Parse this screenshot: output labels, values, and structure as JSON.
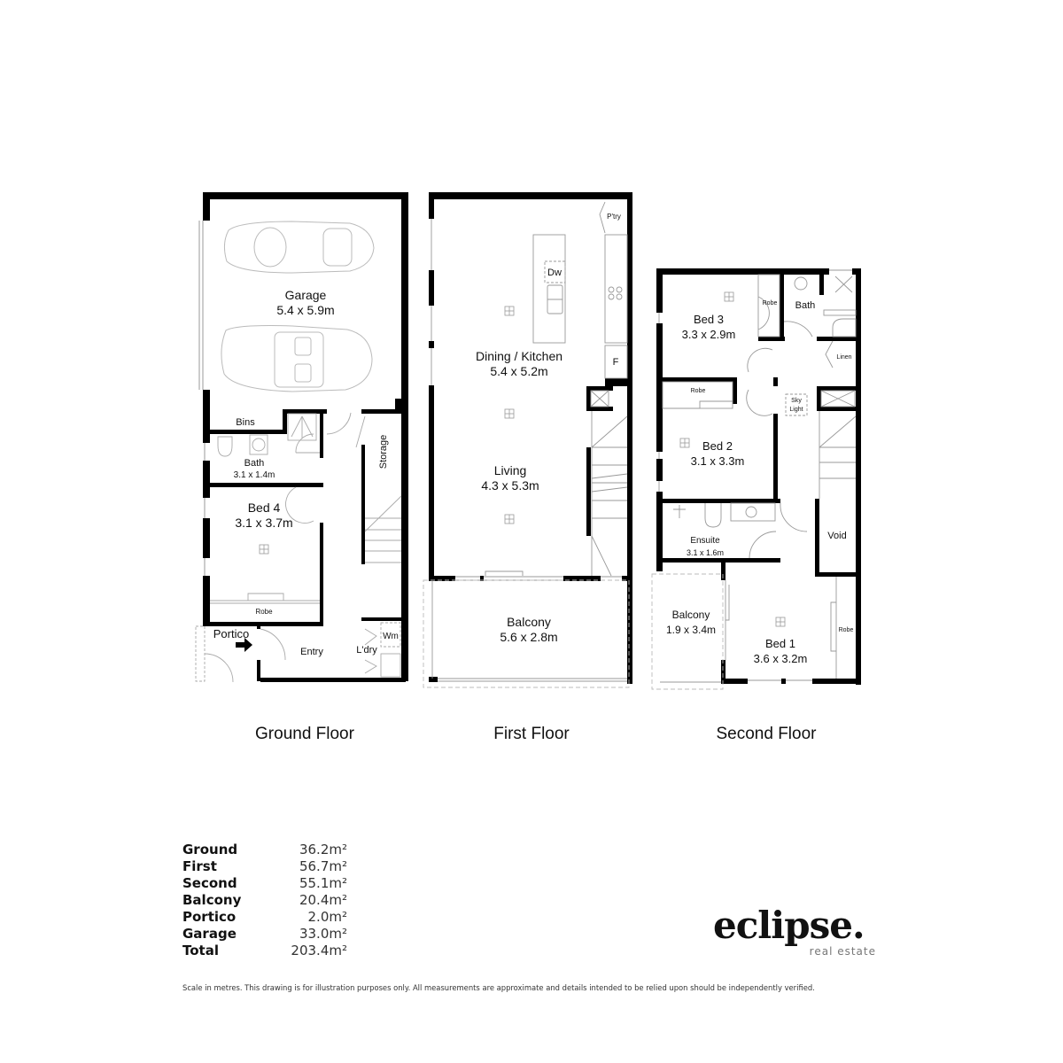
{
  "floors": {
    "ground": {
      "title": "Ground Floor",
      "rooms": {
        "garage": {
          "name": "Garage",
          "dims": "5.4 x 5.9m"
        },
        "bins": {
          "name": "Bins"
        },
        "bath": {
          "name": "Bath",
          "dims": "3.1 x 1.4m"
        },
        "bed4": {
          "name": "Bed 4",
          "dims": "3.1 x 3.7m"
        },
        "robe": {
          "name": "Robe"
        },
        "storage": {
          "name": "Storage"
        },
        "portico": {
          "name": "Portico"
        },
        "entry": {
          "name": "Entry"
        },
        "laundry": {
          "name": "L'dry"
        },
        "wm": {
          "name": "Wm"
        }
      }
    },
    "first": {
      "title": "First Floor",
      "rooms": {
        "pantry": {
          "name": "P'try"
        },
        "dw": {
          "name": "Dw"
        },
        "fridge": {
          "name": "F"
        },
        "dining_kitchen": {
          "name": "Dining / Kitchen",
          "dims": "5.4 x 5.2m"
        },
        "living": {
          "name": "Living",
          "dims": "4.3 x 5.3m"
        },
        "balcony": {
          "name": "Balcony",
          "dims": "5.6 x 2.8m"
        }
      }
    },
    "second": {
      "title": "Second Floor",
      "rooms": {
        "bed3": {
          "name": "Bed 3",
          "dims": "3.3 x 2.9m"
        },
        "robe3": {
          "name": "Robe"
        },
        "bath": {
          "name": "Bath"
        },
        "linen": {
          "name": "Linen"
        },
        "skylight1": {
          "name": "Sky"
        },
        "skylight2": {
          "name": "Light"
        },
        "robe2": {
          "name": "Robe"
        },
        "bed2": {
          "name": "Bed 2",
          "dims": "3.1 x 3.3m"
        },
        "ensuite": {
          "name": "Ensuite",
          "dims": "3.1 x 1.6m"
        },
        "void": {
          "name": "Void"
        },
        "balcony": {
          "name": "Balcony",
          "dims": "1.9 x 3.4m"
        },
        "bed1": {
          "name": "Bed 1",
          "dims": "3.6 x 3.2m"
        },
        "robe1": {
          "name": "Robe"
        }
      }
    }
  },
  "areas": [
    {
      "label": "Ground",
      "value": "36.2m²"
    },
    {
      "label": "First",
      "value": "56.7m²"
    },
    {
      "label": "Second",
      "value": "55.1m²"
    },
    {
      "label": "Balcony",
      "value": "20.4m²"
    },
    {
      "label": "Portico",
      "value": "2.0m²"
    },
    {
      "label": "Garage",
      "value": "33.0m²"
    },
    {
      "label": "Total",
      "value": "203.4m²"
    }
  ],
  "brand": {
    "name": "eclipse.",
    "tagline": "real estate"
  },
  "disclaimer": "Scale in metres. This drawing is for illustration purposes only. All measurements are approximate and details intended to be relied upon should be independently verified."
}
